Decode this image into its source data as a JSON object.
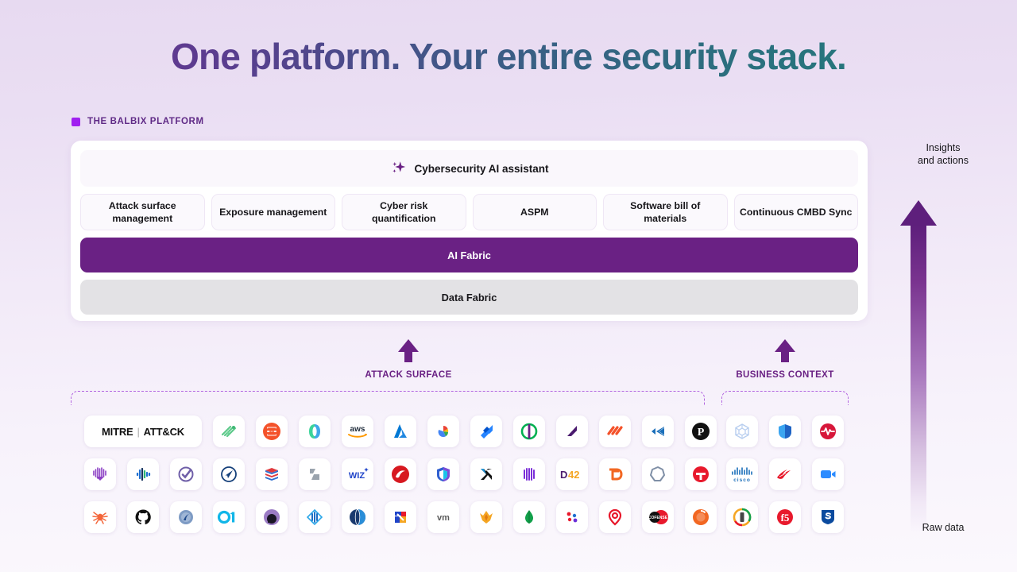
{
  "title": "One platform. Your entire security stack.",
  "eyebrow": {
    "label": "THE BALBIX PLATFORM",
    "marker_color": "#a020f0"
  },
  "platform": {
    "assistant": {
      "label": "Cybersecurity AI assistant",
      "icon": "sparkle-icon"
    },
    "capabilities": [
      "Attack surface management",
      "Exposure management",
      "Cyber risk quantification",
      "ASPM",
      "Software bill of materials",
      "Continuous CMBD Sync"
    ],
    "ai_fabric": {
      "label": "AI Fabric",
      "color": "#6a2184"
    },
    "data_fabric": {
      "label": "Data Fabric",
      "color": "#e3e2e5"
    }
  },
  "column_markers": [
    {
      "label": "ATTACK SURFACE",
      "color": "#6a2184"
    },
    {
      "label": "BUSINESS CONTEXT",
      "color": "#6a2184"
    }
  ],
  "side_axis": {
    "top_label": "Insights\nand actions",
    "top_label_line1": "Insights",
    "top_label_line2": "and actions",
    "bottom_label": "Raw data",
    "arrow_color": "#5e1f7c"
  },
  "logo_grid": {
    "attack_surface_rows": [
      [
        {
          "name": "mitre-attack-logo",
          "wide": true
        },
        {
          "name": "tenable-logo"
        },
        {
          "name": "sentinelone-logo"
        },
        {
          "name": "qualys-logo"
        },
        {
          "name": "aws-logo"
        },
        {
          "name": "azure-logo"
        },
        {
          "name": "google-cloud-logo"
        },
        {
          "name": "jira-logo"
        },
        {
          "name": "nessus-logo"
        },
        {
          "name": "rapid7-logo"
        },
        {
          "name": "monday-logo"
        },
        {
          "name": "kenna-logo"
        },
        {
          "name": "pentera-logo"
        }
      ],
      [
        {
          "name": "armis-logo"
        },
        {
          "name": "axonius-logo"
        },
        {
          "name": "checkmarx-logo"
        },
        {
          "name": "tanium-logo"
        },
        {
          "name": "databricks-logo"
        },
        {
          "name": "snyk-logo"
        },
        {
          "name": "wiz-logo"
        },
        {
          "name": "trendmicro-logo"
        },
        {
          "name": "nordsecurity-logo"
        },
        {
          "name": "xm-cyber-logo"
        },
        {
          "name": "veracode-logo"
        },
        {
          "name": "device42-logo"
        },
        {
          "name": "netskope-logo"
        },
        {
          "name": "orca-logo"
        },
        {
          "name": "tufin-logo"
        }
      ],
      [
        {
          "name": "blackwidow-logo"
        },
        {
          "name": "github-logo"
        },
        {
          "name": "forescout-logo"
        },
        {
          "name": "o1-logo"
        },
        {
          "name": "darktrace-logo"
        },
        {
          "name": "netsparker-logo"
        },
        {
          "name": "opsgenie-logo"
        },
        {
          "name": "redcanary-logo"
        },
        {
          "name": "vmware-logo"
        },
        {
          "name": "firemon-logo"
        },
        {
          "name": "mongodb-logo"
        },
        {
          "name": "apacheairflow-logo"
        },
        {
          "name": "qualys-pin-logo"
        },
        {
          "name": "cofense-logo"
        },
        {
          "name": "cloudsek-logo"
        }
      ]
    ],
    "business_context_rows": [
      [
        {
          "name": "kubernetes-logo"
        },
        {
          "name": "microsoft-defender-logo"
        },
        {
          "name": "splunk-logo"
        }
      ],
      [
        {
          "name": "cisco-logo"
        },
        {
          "name": "crowdstrike-logo"
        },
        {
          "name": "zoom-logo"
        }
      ],
      [
        {
          "name": "lacework-logo"
        },
        {
          "name": "f5-logo"
        },
        {
          "name": "sophos-logo"
        }
      ]
    ]
  }
}
